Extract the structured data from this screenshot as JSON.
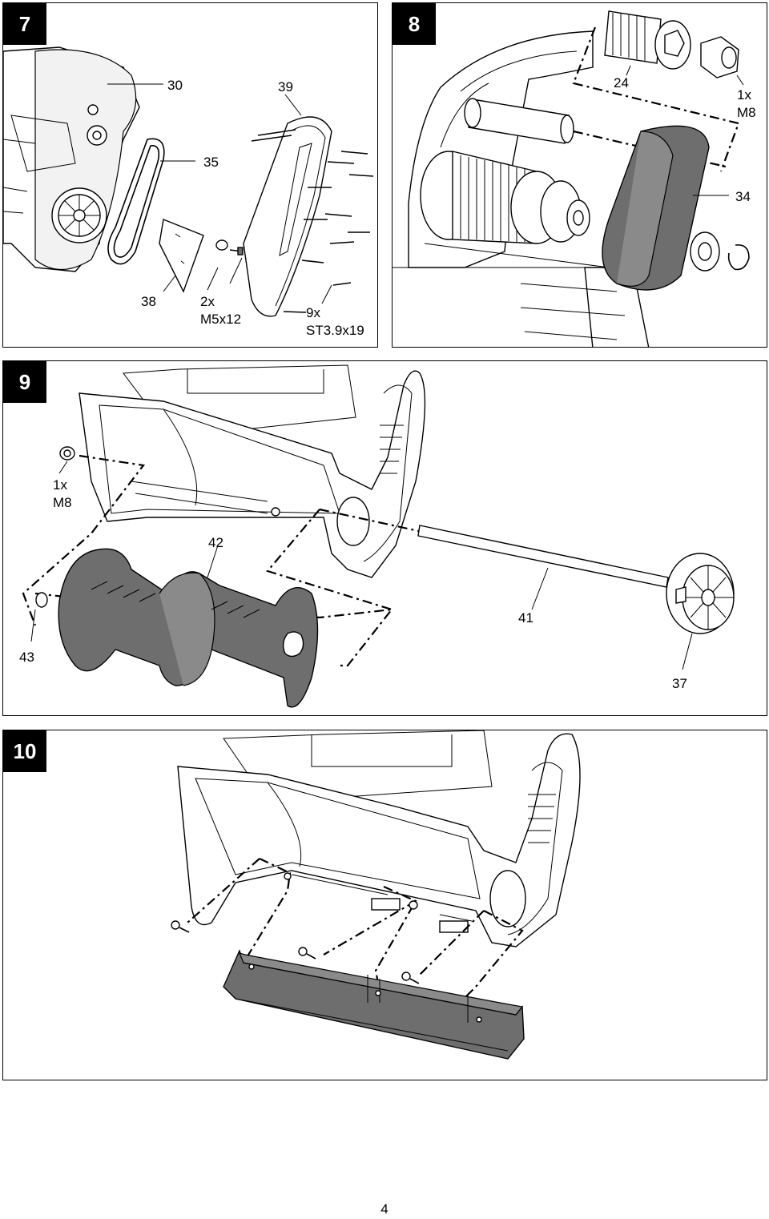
{
  "panels": [
    {
      "number": "7",
      "labels": [
        "30",
        "35",
        "39",
        "38",
        "2x",
        "M5x12",
        "9x",
        "ST3.9x19"
      ]
    },
    {
      "number": "8",
      "labels": [
        "24",
        "1x",
        "M8",
        "34"
      ]
    },
    {
      "number": "9",
      "labels": [
        "1x",
        "M8",
        "42",
        "43",
        "41",
        "37"
      ]
    },
    {
      "number": "10",
      "labels": []
    }
  ],
  "page_number": "4"
}
